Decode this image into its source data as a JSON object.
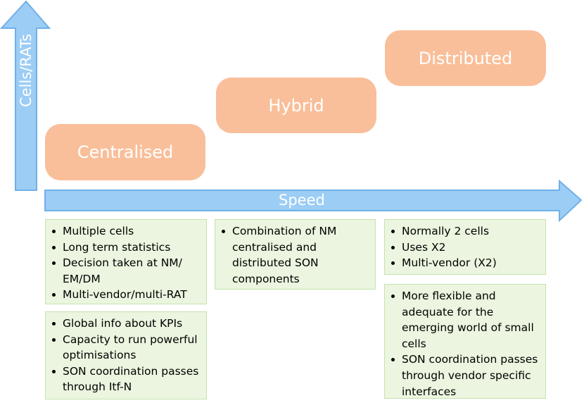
{
  "axes": {
    "y_label": "Cells/RATs",
    "x_label": "Speed"
  },
  "colors": {
    "arrow_fill": "#9ccdf5",
    "arrow_stroke": "#6fb0e8",
    "stage_fill": "#f9bf9a",
    "box_fill": "#ebf5df",
    "box_border": "#c6e3ad"
  },
  "stages": {
    "centralised": "Centralised",
    "hybrid": "Hybrid",
    "distributed": "Distributed"
  },
  "boxes": {
    "centralised_1": [
      "Multiple cells",
      "Long term statistics",
      "Decision taken at NM/ EM/DM",
      "Multi-vendor/multi-RAT"
    ],
    "centralised_2": [
      "Global info about KPIs",
      "Capacity to run powerful optimisations",
      "SON coordination passes through Itf-N"
    ],
    "hybrid": [
      "Combination of NM centralised and distributed SON components"
    ],
    "distributed_1": [
      "Normally 2 cells",
      "Uses X2",
      "Multi-vendor (X2)"
    ],
    "distributed_2": [
      "More flexible and adequate for the emerging world of small cells",
      "SON coordination passes through vendor specific interfaces"
    ]
  }
}
